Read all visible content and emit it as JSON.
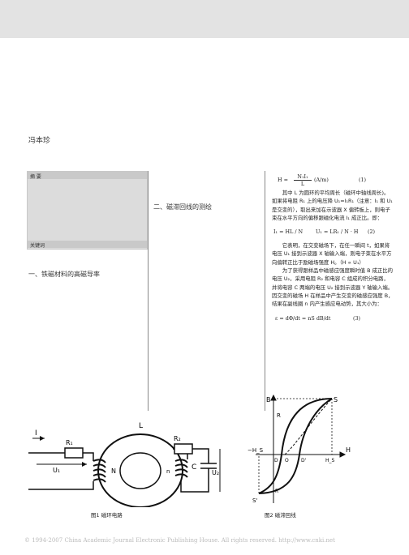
{
  "author": "冯本珍",
  "abstract_label": "摘  要",
  "keywords_label": "关键词",
  "section1": "一、铁磁材料的高磁导率",
  "section2": "二、磁滞回线的测绘",
  "formula1": {
    "lhs": "H =",
    "numerator": "N₁I₁",
    "denominator": "L",
    "unit": "(A/m)",
    "number": "(1)"
  },
  "para1": "其中 L 为圆环的平均周长（磁环中轴线周长)。如果将电阻 R₁ 上的电压降 U₁=I₁R₁（注意：I₁ 和 U₁ 是交变的），取出来加在示波器 X 偏转板上，则电子束在水平方向的偏移跟磁化电流 I₁ 成正比。即：",
  "formula2": {
    "left": "I₁ = HL / N",
    "right": "U₁ = LR₁ / N · H",
    "number": "(2)"
  },
  "para2": "它表明，在交变磁场下，在任一瞬间 t，如果将电压 U₁ 接到示波器 X 轴输入端，则电子束在水平方向偏转正比于励磁场强度 H。（H ∝ U₁）",
  "para3": "为了获得跟样品中磁感应强度瞬时值 B 成正比的电压 U₂，采用电阻 R₂ 和电容 C 组成的积分电路，并将电容 C 两端的电压 U₂ 接到示波器 Y 轴输入端。因交变的磁场 H 在样品中产生交变的磁感应强度 B，结果在副线圈 n 内产生感应电动势，其大小为：",
  "formula3": {
    "text": "ε = dΦ/dt = nS dB/dt",
    "number": "(3)"
  },
  "fig1": {
    "caption": "图1  磁环电路",
    "labels": {
      "I": "I",
      "R1": "R₁",
      "U1": "U₁",
      "L": "L",
      "N": "N",
      "n": "n",
      "R2": "R₂",
      "C": "C",
      "U2": "U₂"
    }
  },
  "fig2": {
    "caption": "图2  磁滞回线",
    "labels": {
      "B": "B",
      "S": "S",
      "R": "R",
      "H": "H",
      "negHs": "−H_S",
      "D": "D",
      "O": "O",
      "Dprime": "D'",
      "Hs": "H_S",
      "Rprime": "R'",
      "Sprime": "S'"
    }
  },
  "footer": "© 1994-2007 China Academic Journal Electronic Publishing House. All rights reserved.    http://www.cnki.net"
}
